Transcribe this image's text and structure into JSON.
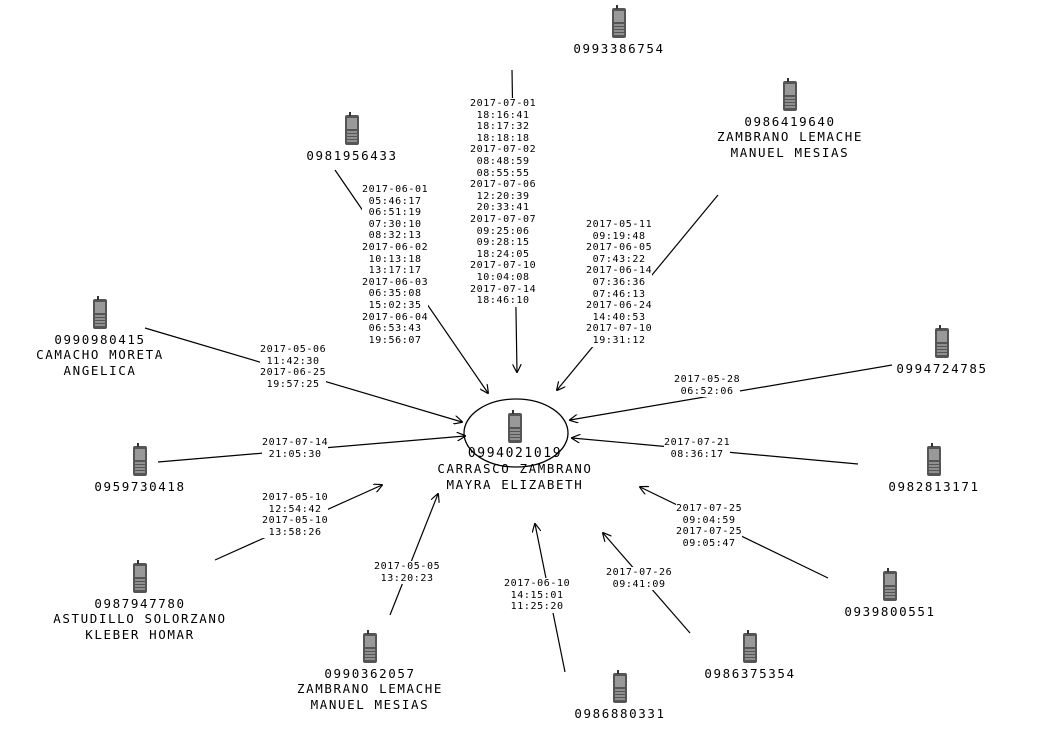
{
  "center": {
    "number": "0994021019",
    "name_lines": [
      "CARRASCO ZAMBRANO",
      "MAYRA ELIZABETH"
    ]
  },
  "contacts": [
    {
      "id": "c1",
      "number": "0993386754",
      "name_lines": [],
      "timestamps": [
        "2017-07-01",
        "18:16:41",
        "18:17:32",
        "18:18:18",
        "2017-07-02",
        "08:48:59",
        "08:55:55",
        "2017-07-06",
        "12:20:39",
        "20:33:41",
        "2017-07-07",
        "09:25:06",
        "09:28:15",
        "18:24:05",
        "2017-07-10",
        "10:04:08",
        "2017-07-14",
        "18:46:10"
      ]
    },
    {
      "id": "c2",
      "number": "0981956433",
      "name_lines": [],
      "timestamps": [
        "2017-06-01",
        "05:46:17",
        "06:51:19",
        "07:30:10",
        "08:32:13",
        "2017-06-02",
        "10:13:18",
        "13:17:17",
        "2017-06-03",
        "06:35:08",
        "15:02:35",
        "2017-06-04",
        "06:53:43",
        "19:56:07"
      ]
    },
    {
      "id": "c3",
      "number": "0986419640",
      "name_lines": [
        "ZAMBRANO LEMACHE",
        "MANUEL MESIAS"
      ],
      "timestamps": [
        "2017-05-11",
        "09:19:48",
        "2017-06-05",
        "07:43:22",
        "2017-06-14",
        "07:36:36",
        "07:46:13",
        "2017-06-24",
        "14:40:53",
        "2017-07-10",
        "19:31:12"
      ]
    },
    {
      "id": "c4",
      "number": "0990980415",
      "name_lines": [
        "CAMACHO MORETA",
        "ANGELICA"
      ],
      "timestamps": [
        "2017-05-06",
        "11:42:30",
        "2017-06-25",
        "19:57:25"
      ]
    },
    {
      "id": "c5",
      "number": "0994724785",
      "name_lines": [],
      "timestamps": [
        "2017-05-28",
        "06:52:06"
      ]
    },
    {
      "id": "c6",
      "number": "0959730418",
      "name_lines": [],
      "timestamps": [
        "2017-07-14",
        "21:05:30"
      ]
    },
    {
      "id": "c7",
      "number": "0982813171",
      "name_lines": [],
      "timestamps": [
        "2017-07-21",
        "08:36:17"
      ]
    },
    {
      "id": "c8",
      "number": "0987947780",
      "name_lines": [
        "ASTUDILLO SOLORZANO",
        "KLEBER HOMAR"
      ],
      "timestamps": [
        "2017-05-10",
        "12:54:42",
        "2017-05-10",
        "13:58:26"
      ]
    },
    {
      "id": "c9",
      "number": "0939800551",
      "name_lines": [],
      "timestamps": [
        "2017-07-25",
        "09:04:59",
        "2017-07-25",
        "09:05:47"
      ]
    },
    {
      "id": "c10",
      "number": "0990362057",
      "name_lines": [
        "ZAMBRANO LEMACHE",
        "MANUEL MESIAS"
      ],
      "timestamps": [
        "2017-05-05",
        "13:20:23"
      ]
    },
    {
      "id": "c11",
      "number": "0986880331",
      "name_lines": [],
      "timestamps": [
        "2017-06-10",
        "14:15:01",
        "11:25:20"
      ]
    },
    {
      "id": "c12",
      "number": "0986375354",
      "name_lines": [],
      "timestamps": [
        "2017-07-26",
        "09:41:09"
      ]
    }
  ],
  "icons": {
    "contact": "mobile-phone-icon",
    "center": "mobile-phone-icon"
  },
  "colors": {
    "line": "#000000",
    "background": "#ffffff",
    "phone": "#4a4a4a"
  }
}
